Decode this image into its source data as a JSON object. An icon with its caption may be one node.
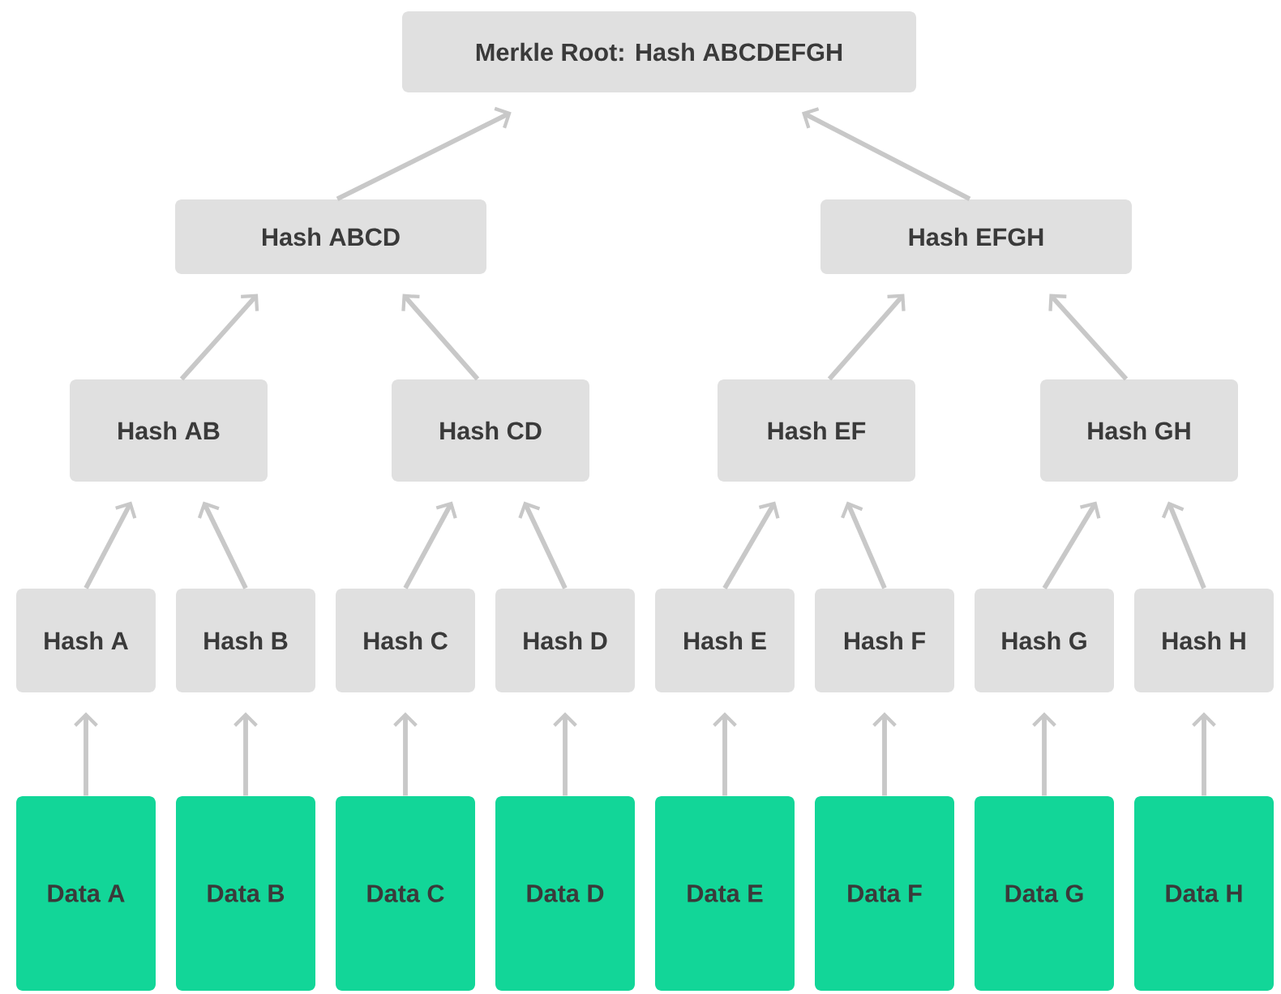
{
  "diagram": {
    "nodes": [
      {
        "text": [
          "Merkle Root: Hash ABCDEFGH"
        ]
      },
      {
        "text": [
          "Hash ABCD"
        ]
      },
      {
        "text": [
          "Hash EFGH"
        ]
      },
      {
        "text": [
          "Hash AB"
        ]
      },
      {
        "text": [
          "Hash CD"
        ]
      },
      {
        "text": [
          "Hash EF"
        ]
      },
      {
        "text": [
          "Hash GH"
        ]
      },
      {
        "text": [
          "Hash A"
        ]
      },
      {
        "text": [
          "Hash B"
        ]
      },
      {
        "text": [
          "Hash C"
        ]
      },
      {
        "text": [
          "Hash D"
        ]
      },
      {
        "text": [
          "Hash E"
        ]
      },
      {
        "text": [
          "Hash F"
        ]
      },
      {
        "text": [
          "Hash G"
        ]
      },
      {
        "text": [
          "Hash H"
        ]
      },
      {
        "text": [
          "Data A"
        ]
      },
      {
        "text": [
          "Data B"
        ]
      },
      {
        "text": [
          "Data C"
        ]
      },
      {
        "text": [
          "Data D"
        ]
      },
      {
        "text": [
          "Data E"
        ]
      },
      {
        "text": [
          "Data F"
        ]
      },
      {
        "text": [
          "Data G"
        ]
      },
      {
        "text": [
          "Data H"
        ]
      }
    ],
    "edges": [
      {
        "from": 15,
        "to": 7,
        "arrow": "to"
      },
      {
        "from": 16,
        "to": 8,
        "arrow": "to"
      },
      {
        "from": 17,
        "to": 9,
        "arrow": "to"
      },
      {
        "from": 18,
        "to": 10,
        "arrow": "to"
      },
      {
        "from": 19,
        "to": 11,
        "arrow": "to"
      },
      {
        "from": 20,
        "to": 12,
        "arrow": "to"
      },
      {
        "from": 21,
        "to": 13,
        "arrow": "to"
      },
      {
        "from": 22,
        "to": 14,
        "arrow": "to"
      },
      {
        "from": 7,
        "to": 3,
        "arrow": "to"
      },
      {
        "from": 8,
        "to": 3,
        "arrow": "to"
      },
      {
        "from": 9,
        "to": 4,
        "arrow": "to"
      },
      {
        "from": 10,
        "to": 4,
        "arrow": "to"
      },
      {
        "from": 11,
        "to": 5,
        "arrow": "to"
      },
      {
        "from": 12,
        "to": 5,
        "arrow": "to"
      },
      {
        "from": 13,
        "to": 6,
        "arrow": "to"
      },
      {
        "from": 14,
        "to": 6,
        "arrow": "to"
      },
      {
        "from": 3,
        "to": 1,
        "arrow": "to"
      },
      {
        "from": 4,
        "to": 1,
        "arrow": "to"
      },
      {
        "from": 5,
        "to": 2,
        "arrow": "to"
      },
      {
        "from": 6,
        "to": 2,
        "arrow": "to"
      },
      {
        "from": 1,
        "to": 0,
        "arrow": "to"
      },
      {
        "from": 2,
        "to": 0,
        "arrow": "to"
      }
    ]
  }
}
